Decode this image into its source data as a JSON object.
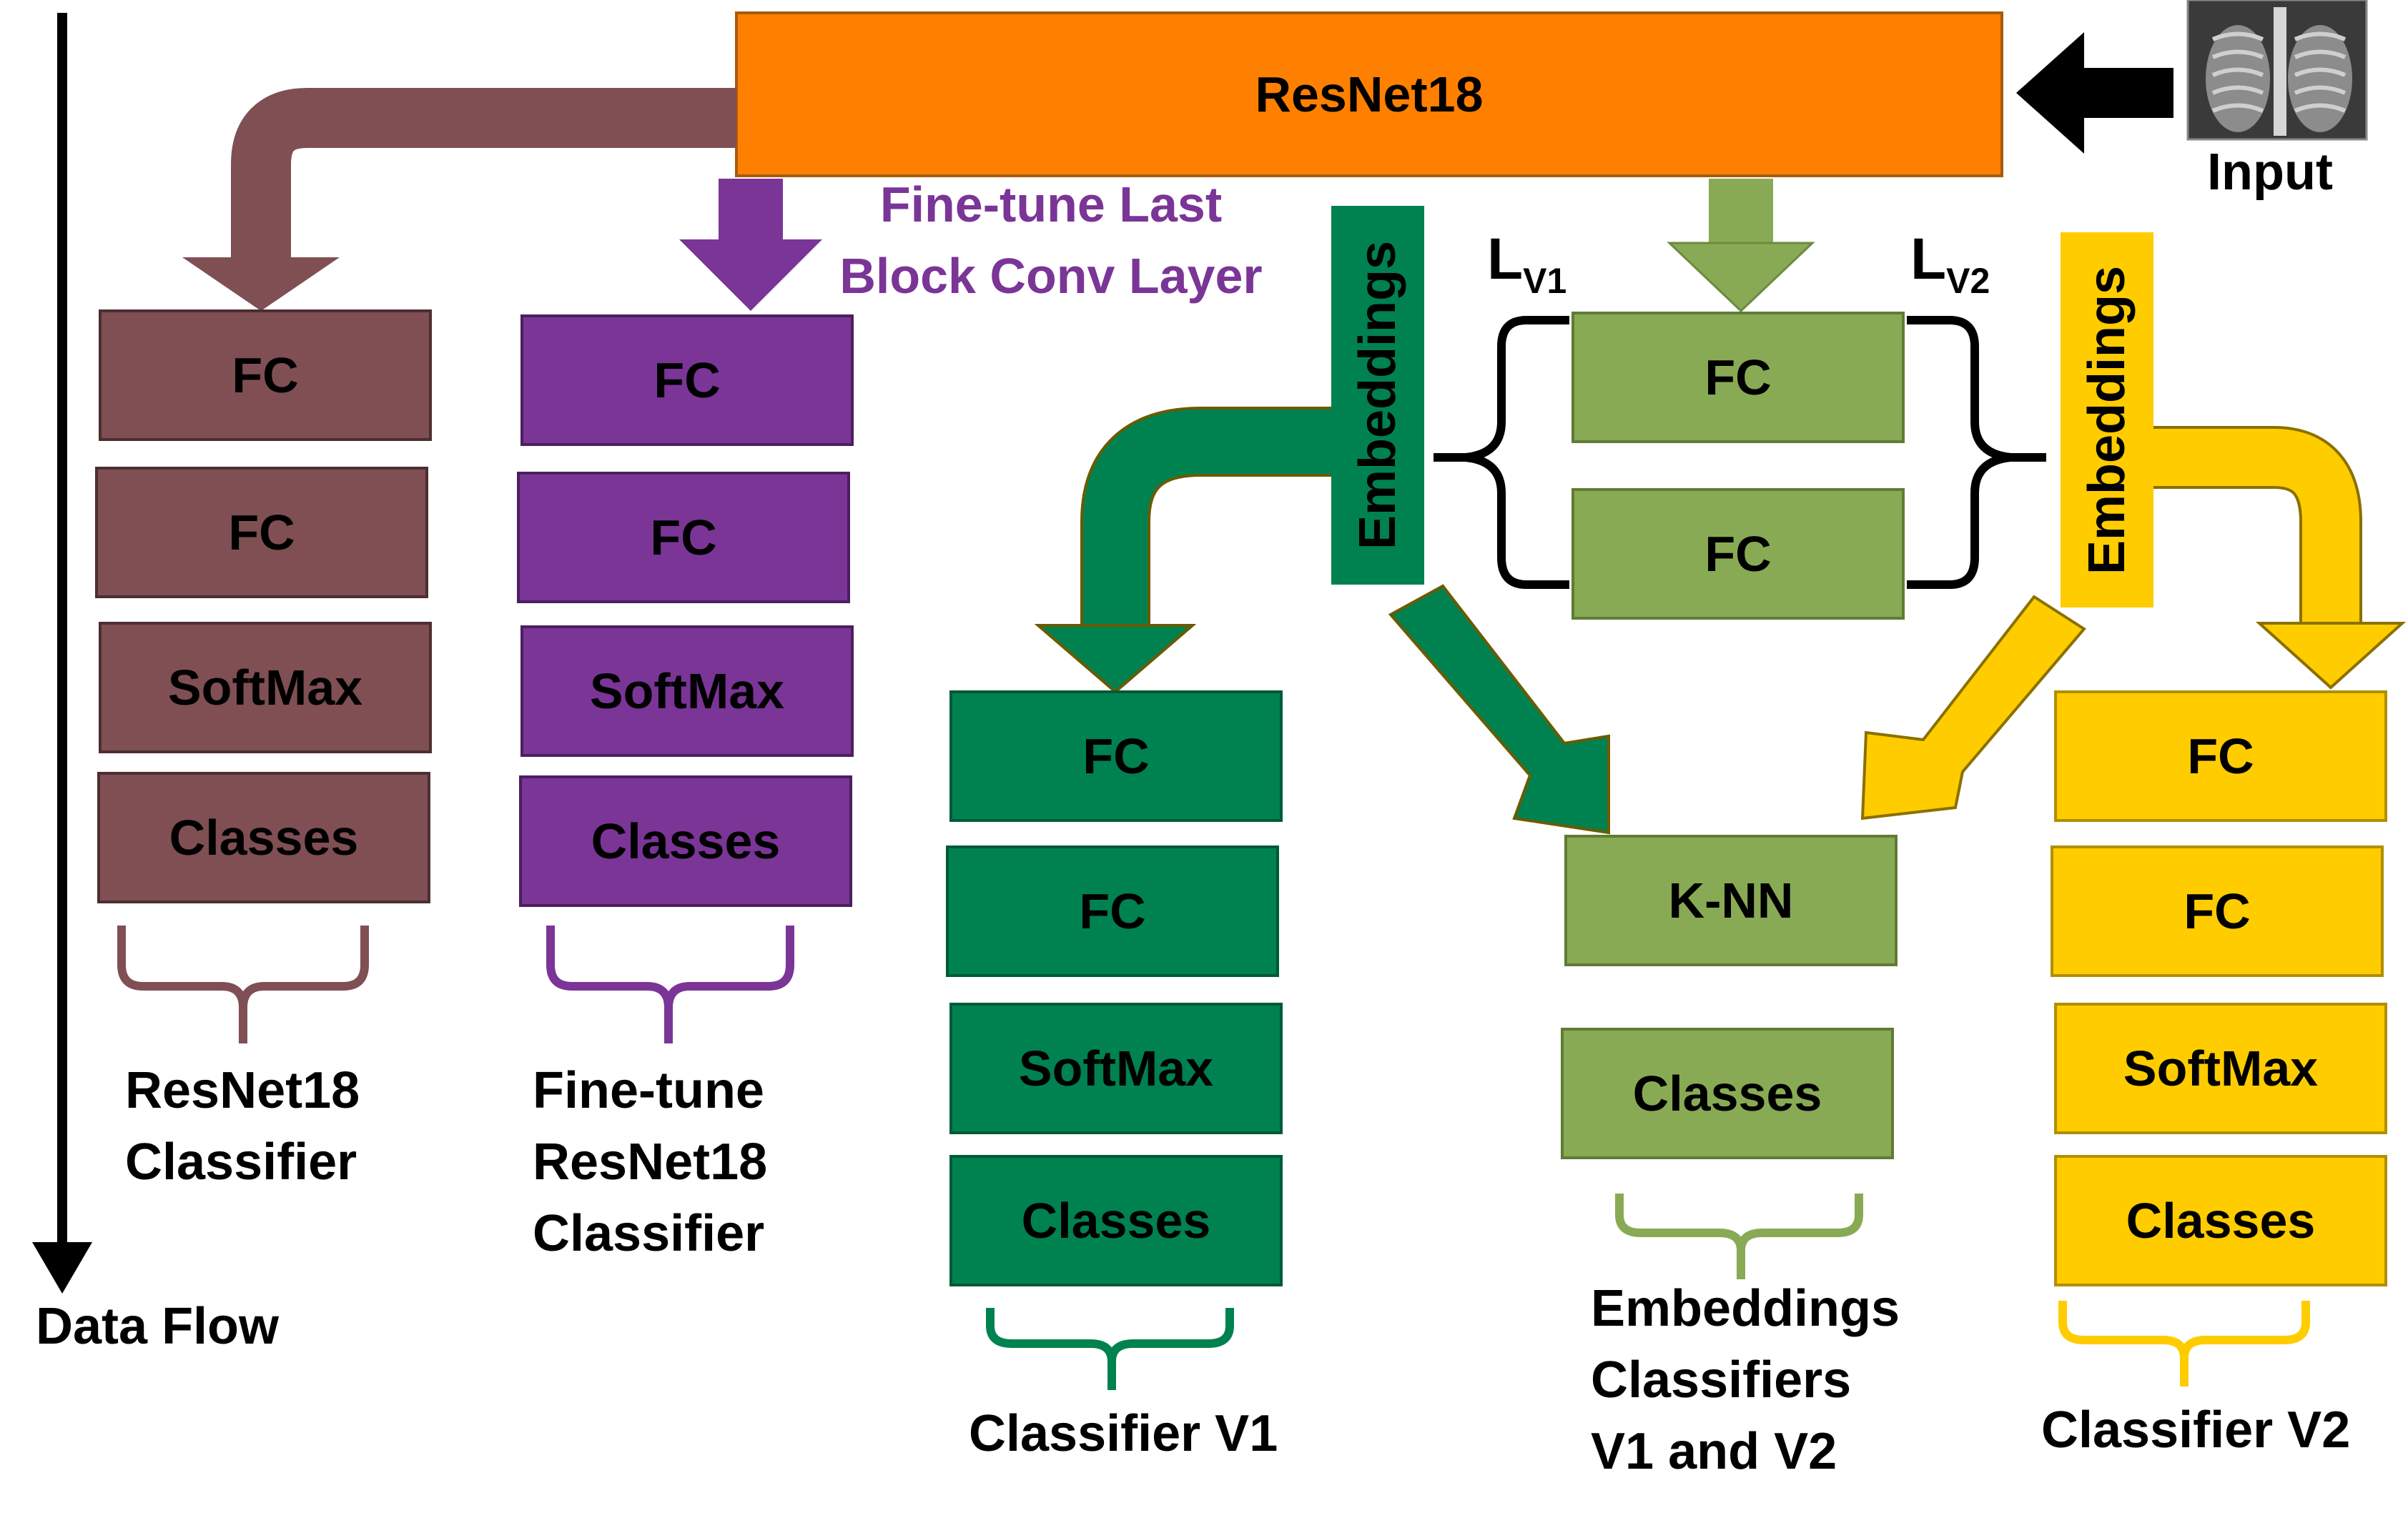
{
  "backbone": {
    "label": "ResNet18",
    "color": "#FF8000"
  },
  "input": {
    "label": "Input",
    "image_icon": "chest-xray-image"
  },
  "data_flow": {
    "label": "Data Flow"
  },
  "colors": {
    "brown": "#7F4F54",
    "purple": "#7A3597",
    "dark_green": "#008250",
    "light_green": "#89AA55",
    "yellow": "#FFCC00",
    "purple_text": "#7A3597"
  },
  "finetune_note": {
    "line1": "Fine-tune Last",
    "line2": "Block Conv Layer"
  },
  "embeddings_v1": {
    "label": "Embeddings"
  },
  "embeddings_v2": {
    "label": "Embeddings"
  },
  "loss_labels": {
    "lv1_main": "L",
    "lv1_sub": "V1",
    "lv2_main": "L",
    "lv2_sub": "V2"
  },
  "center_stack": {
    "fc1": "FC",
    "fc2": "FC"
  },
  "resnet_classifier": {
    "blocks": [
      "FC",
      "FC",
      "SoftMax",
      "Classes"
    ],
    "caption": [
      "ResNet18",
      "Classifier"
    ]
  },
  "finetune_classifier": {
    "blocks": [
      "FC",
      "FC",
      "SoftMax",
      "Classes"
    ],
    "caption": [
      "Fine-tune",
      "ResNet18",
      "Classifier"
    ]
  },
  "classifier_v1": {
    "blocks": [
      "FC",
      "FC",
      "SoftMax",
      "Classes"
    ],
    "caption": [
      "Classifier V1"
    ]
  },
  "knn": {
    "blocks": [
      "K-NN",
      "Classes"
    ],
    "caption": [
      "Embeddings",
      "Classifiers",
      "V1 and V2"
    ]
  },
  "classifier_v2": {
    "blocks": [
      "FC",
      "FC",
      "SoftMax",
      "Classes"
    ],
    "caption": [
      "Classifier V2"
    ]
  }
}
